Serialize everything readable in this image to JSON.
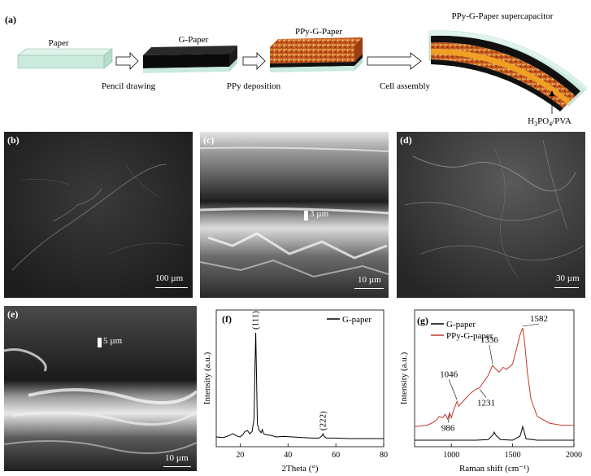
{
  "panel_a": {
    "label": "(a)",
    "paper_label": "Paper",
    "gpaper_label": "G-Paper",
    "ppy_label": "PPy-G-Paper",
    "supercap_label": "PPy-G-Paper supercapacitor",
    "step1": "Pencil drawing",
    "step2": "PPy deposition",
    "step3": "Cell assembly",
    "electrolyte": "H3PO4/PVA",
    "colors": {
      "paper": "#c9eadc",
      "graphite": "#101010",
      "ppy": "#c65a1e",
      "electrolyte": "#f0a020",
      "separator": "#d7eee3"
    }
  },
  "panel_b": {
    "label": "(b)",
    "scale": "100 µm"
  },
  "panel_c": {
    "label": "(c)",
    "scale": "10 µm",
    "thickness": "3 µm"
  },
  "panel_d": {
    "label": "(d)",
    "scale": "30 µm"
  },
  "panel_e": {
    "label": "(e)",
    "scale": "10 µm",
    "thickness": "5 µm"
  },
  "chart_data": [
    {
      "panel": "(f)",
      "type": "line",
      "xlabel": "2Theta (°)",
      "ylabel": "Intensity (a.u.)",
      "xlim": [
        10,
        80
      ],
      "xticks": [
        20,
        40,
        60,
        80
      ],
      "series": [
        {
          "name": "G-paper",
          "color": "#000000",
          "x": [
            10,
            13,
            15,
            17,
            18.5,
            20,
            21,
            22,
            23,
            24,
            25,
            25.8,
            26.2,
            26.5,
            26.8,
            27.2,
            28,
            28.8,
            29.3,
            29.8,
            31,
            33,
            35,
            38,
            42,
            46,
            50,
            53,
            54.2,
            54.6,
            55,
            56,
            60,
            65,
            70,
            75,
            80
          ],
          "y": [
            3,
            2.5,
            4,
            6,
            4,
            3,
            5,
            8,
            9,
            6,
            8,
            20,
            70,
            100,
            65,
            15,
            9,
            7,
            10,
            6,
            5,
            4.5,
            3,
            3.5,
            3,
            2.5,
            2,
            2,
            4,
            6,
            4,
            2,
            2,
            1.5,
            1.5,
            1.5,
            1.5
          ]
        }
      ],
      "annotations": [
        {
          "text": "(111)",
          "x": 26.5
        },
        {
          "text": "(222)",
          "x": 54.6
        }
      ]
    },
    {
      "panel": "(g)",
      "type": "line",
      "xlabel": "Raman shift (cm⁻¹)",
      "ylabel": "Intensity (a.u.)",
      "xlim": [
        700,
        2000
      ],
      "xticks": [
        1000,
        1500,
        2000
      ],
      "series": [
        {
          "name": "G-paper",
          "color": "#000000",
          "x": [
            700,
            1200,
            1300,
            1340,
            1350,
            1360,
            1400,
            1500,
            1560,
            1575,
            1582,
            1590,
            1610,
            1700,
            2000
          ],
          "y": [
            0,
            0,
            1,
            8,
            12,
            8,
            1,
            0,
            6,
            15,
            20,
            15,
            2,
            0,
            0
          ]
        },
        {
          "name": "PPy-G-paper",
          "color": "#c0392b",
          "x": [
            700,
            800,
            850,
            880,
            900,
            930,
            950,
            970,
            986,
            1000,
            1020,
            1046,
            1060,
            1100,
            1150,
            1200,
            1231,
            1260,
            1300,
            1336,
            1360,
            1390,
            1420,
            1450,
            1500,
            1540,
            1560,
            1582,
            1600,
            1620,
            1650,
            1700,
            1800,
            1900,
            2000
          ],
          "y": [
            20,
            22,
            26,
            30,
            35,
            33,
            38,
            31,
            40,
            33,
            45,
            57,
            50,
            58,
            68,
            75,
            77,
            85,
            95,
            110,
            105,
            100,
            107,
            104,
            112,
            140,
            155,
            165,
            140,
            100,
            60,
            35,
            25,
            22,
            22
          ]
        }
      ],
      "annotations": [
        {
          "text": "986",
          "x": 986
        },
        {
          "text": "1046",
          "x": 1046
        },
        {
          "text": "1231",
          "x": 1231
        },
        {
          "text": "1336",
          "x": 1336
        },
        {
          "text": "1582",
          "x": 1582
        }
      ]
    }
  ]
}
